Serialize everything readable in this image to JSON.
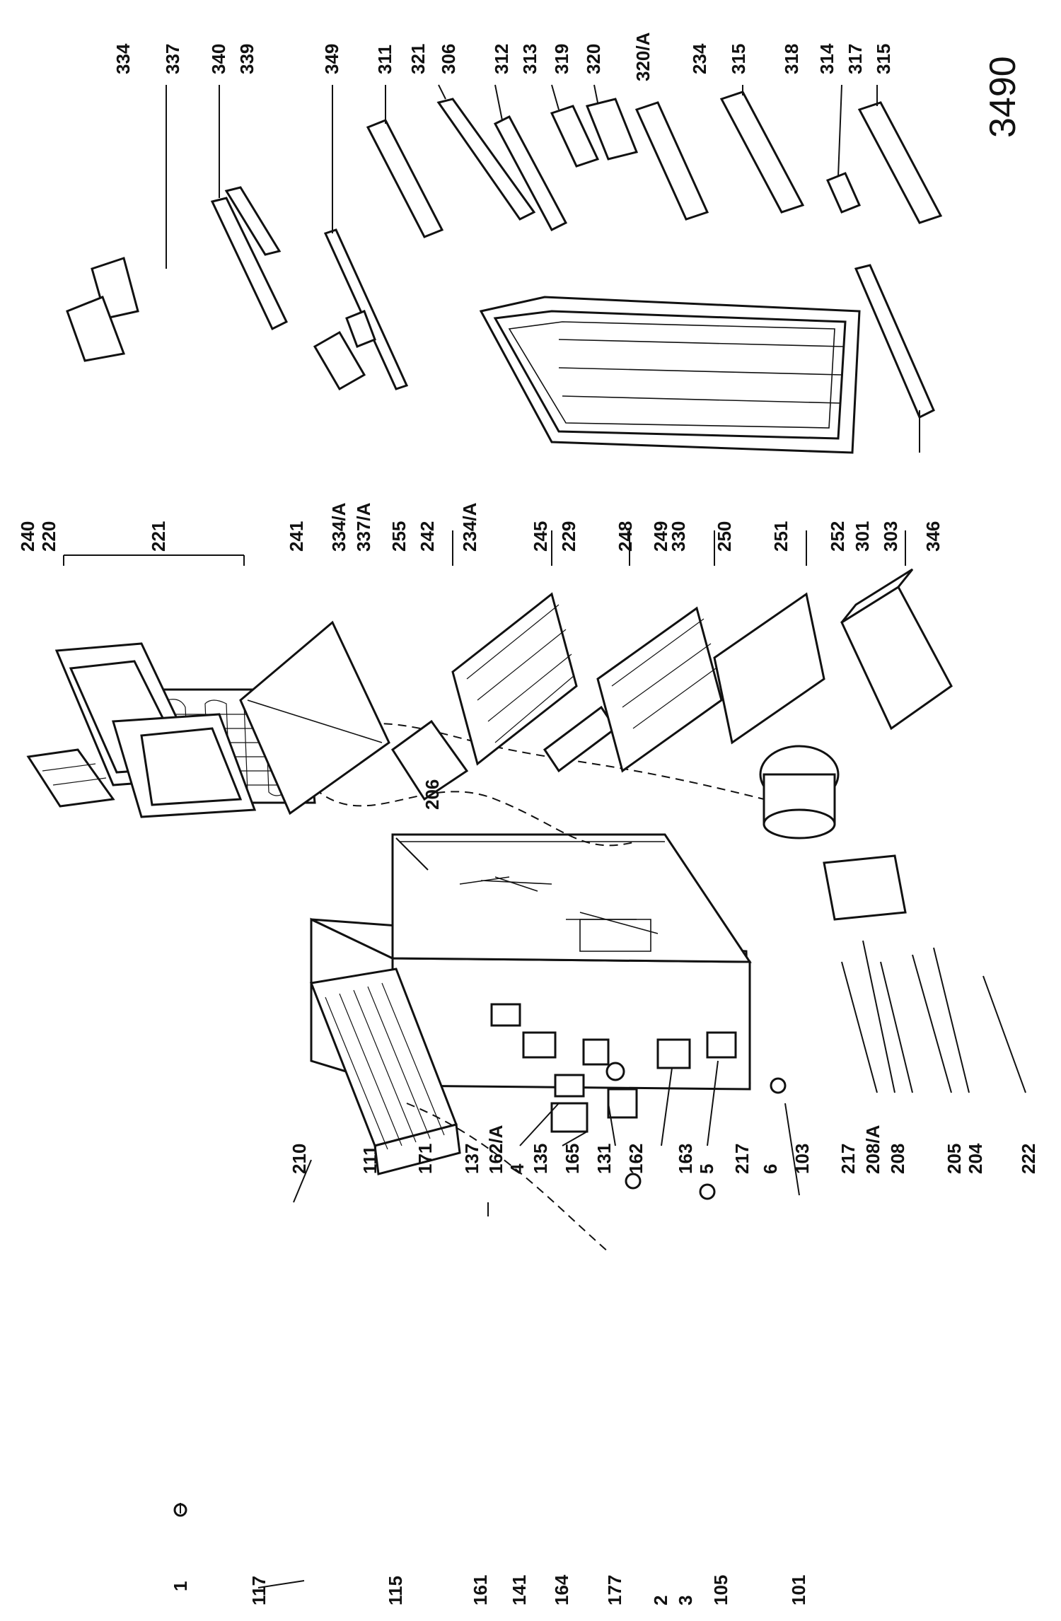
{
  "figure_number": "3490",
  "labels": {
    "l1": "1",
    "l117": "117",
    "l115": "115",
    "l161": "161",
    "l141": "141",
    "l164": "164",
    "l177": "177",
    "l2": "2",
    "l3": "3",
    "l105": "105",
    "l101": "101",
    "l210": "210",
    "l111": "111",
    "l171": "171",
    "l137": "137",
    "l162a": "162/A",
    "l4": "4",
    "l135": "135",
    "l165": "165",
    "l131": "131",
    "l162": "162",
    "l163": "163",
    "l5": "5",
    "l217b": "217",
    "l6": "6",
    "l103": "103",
    "l206": "206",
    "l217": "217",
    "l208a": "208/A",
    "l208": "208",
    "l205": "205",
    "l204": "204",
    "l222": "222",
    "l240": "240",
    "l220": "220",
    "l221": "221",
    "l241": "241",
    "l334a": "334/A",
    "l337a": "337/A",
    "l255": "255",
    "l242": "242",
    "l234a": "234/A",
    "l245": "245",
    "l229": "229",
    "l248": "248",
    "l249": "249",
    "l330": "330",
    "l250": "250",
    "l251": "251",
    "l252": "252",
    "l301": "301",
    "l303": "303",
    "l346": "346",
    "l334": "334",
    "l337": "337",
    "l340": "340",
    "l339": "339",
    "l349": "349",
    "l311": "311",
    "l321": "321",
    "l306": "306",
    "l312": "312",
    "l313": "313",
    "l319": "319",
    "l320": "320",
    "l320a": "320/A",
    "l234": "234",
    "l315a": "315",
    "l318": "318",
    "l314": "314",
    "l317": "317",
    "l315b": "315"
  }
}
